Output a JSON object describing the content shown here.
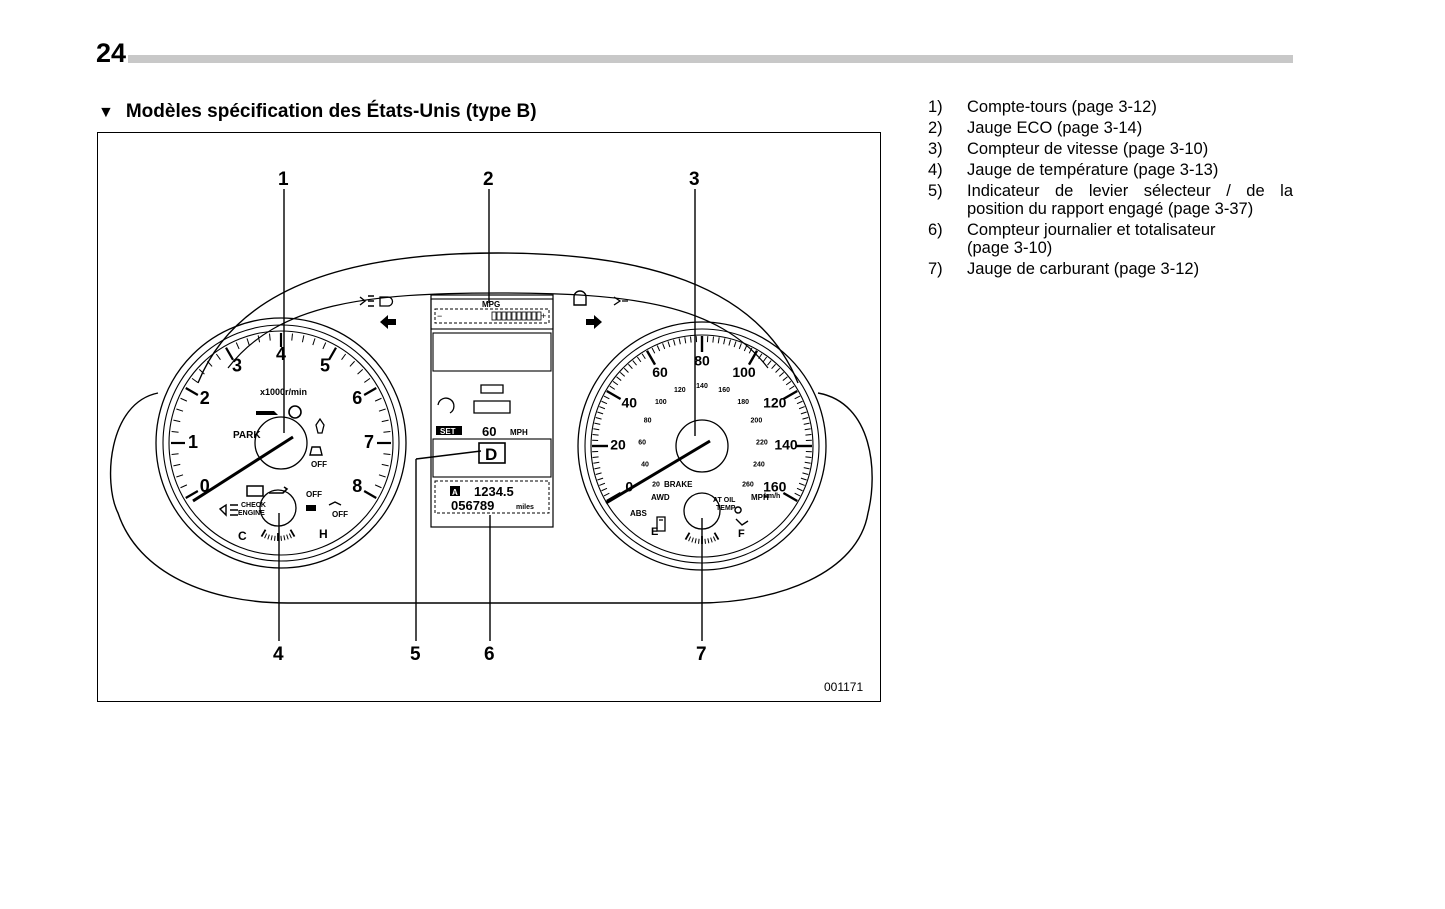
{
  "page": {
    "number": "24"
  },
  "section": {
    "marker": "▼",
    "title": "Modèles spécification des États-Unis (type B)"
  },
  "figure": {
    "code": "001171",
    "callouts": [
      "1",
      "2",
      "3",
      "4",
      "5",
      "6",
      "7"
    ],
    "tachometer": {
      "numbers": [
        "0",
        "1",
        "2",
        "3",
        "4",
        "5",
        "6",
        "7",
        "8"
      ],
      "unit": "x1000r/min",
      "park": "PARK",
      "check_engine_1": "CHECK",
      "check_engine_2": "ENGINE",
      "off": "OFF",
      "temp_c": "C",
      "temp_h": "H"
    },
    "center": {
      "eco_label": "MPG",
      "set_label": "SET",
      "cruise_speed": "60",
      "cruise_unit": "MPH",
      "gear": "D",
      "trip_badge": "A",
      "trip_value": "1234.5",
      "odometer_value": "056789",
      "odometer_unit": "miles"
    },
    "speedometer": {
      "mph_numbers": [
        "0",
        "20",
        "40",
        "60",
        "80",
        "100",
        "120",
        "140",
        "160"
      ],
      "mph_unit": "MPH",
      "kmh_numbers": [
        "20",
        "40",
        "60",
        "80",
        "100",
        "120",
        "140",
        "160",
        "180",
        "200",
        "220",
        "240",
        "260"
      ],
      "kmh_unit": "km/h",
      "brake": "BRAKE",
      "awd": "AWD",
      "abs": "ABS",
      "at_oil_1": "AT OIL",
      "at_oil_2": "TEMP",
      "fuel_e": "E",
      "fuel_f": "F"
    }
  },
  "legend": [
    {
      "num": "1)",
      "text": "Compte-tours (page 3-12)"
    },
    {
      "num": "2)",
      "text": "Jauge ECO (page 3-14)"
    },
    {
      "num": "3)",
      "text": "Compteur de vitesse (page 3-10)"
    },
    {
      "num": "4)",
      "text": "Jauge de température (page 3-13)"
    },
    {
      "num": "5)",
      "text": "Indicateur de levier sélecteur / de la",
      "text2": "position du rapport engagé (page 3-37)"
    },
    {
      "num": "6)",
      "text": "Compteur journalier et totalisateur",
      "text2": "(page 3-10)"
    },
    {
      "num": "7)",
      "text": "Jauge de carburant (page 3-12)"
    }
  ]
}
